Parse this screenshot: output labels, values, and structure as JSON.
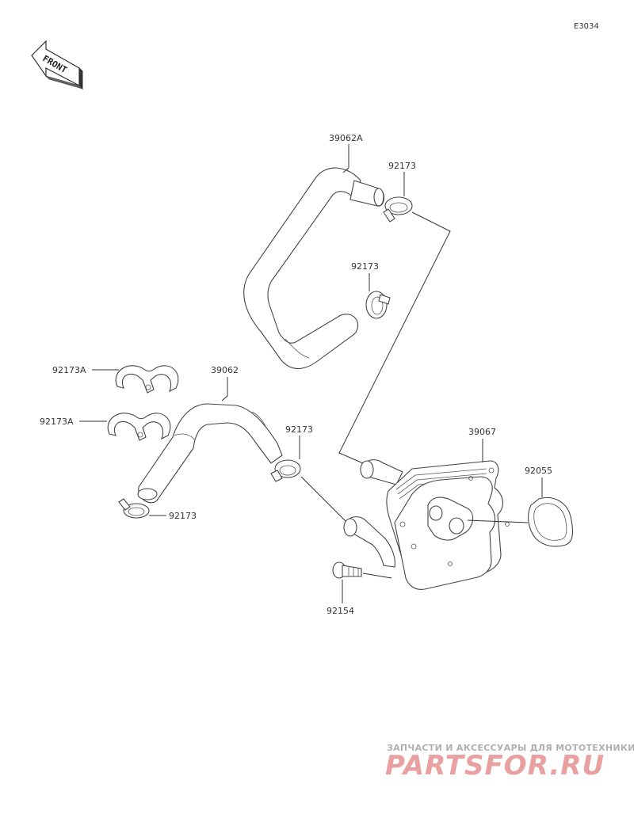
{
  "diagram": {
    "ref_code": "E3034",
    "front_label": "FRONT",
    "parts": [
      {
        "id": "p1",
        "number": "39062A"
      },
      {
        "id": "p2",
        "number": "92173"
      },
      {
        "id": "p3",
        "number": "92173"
      },
      {
        "id": "p4",
        "number": "92173A"
      },
      {
        "id": "p5",
        "number": "92173A"
      },
      {
        "id": "p6",
        "number": "39062"
      },
      {
        "id": "p7",
        "number": "92173"
      },
      {
        "id": "p8",
        "number": "92173"
      },
      {
        "id": "p9",
        "number": "39067"
      },
      {
        "id": "p10",
        "number": "92055"
      },
      {
        "id": "p11",
        "number": "92154"
      }
    ]
  },
  "watermark": {
    "line1": "ЗАПЧАСТИ И АКСЕССУАРЫ ДЛЯ МОТОТЕХНИКИ",
    "logo": "PARTSFOR.RU",
    "color": "#e8a0a0"
  }
}
